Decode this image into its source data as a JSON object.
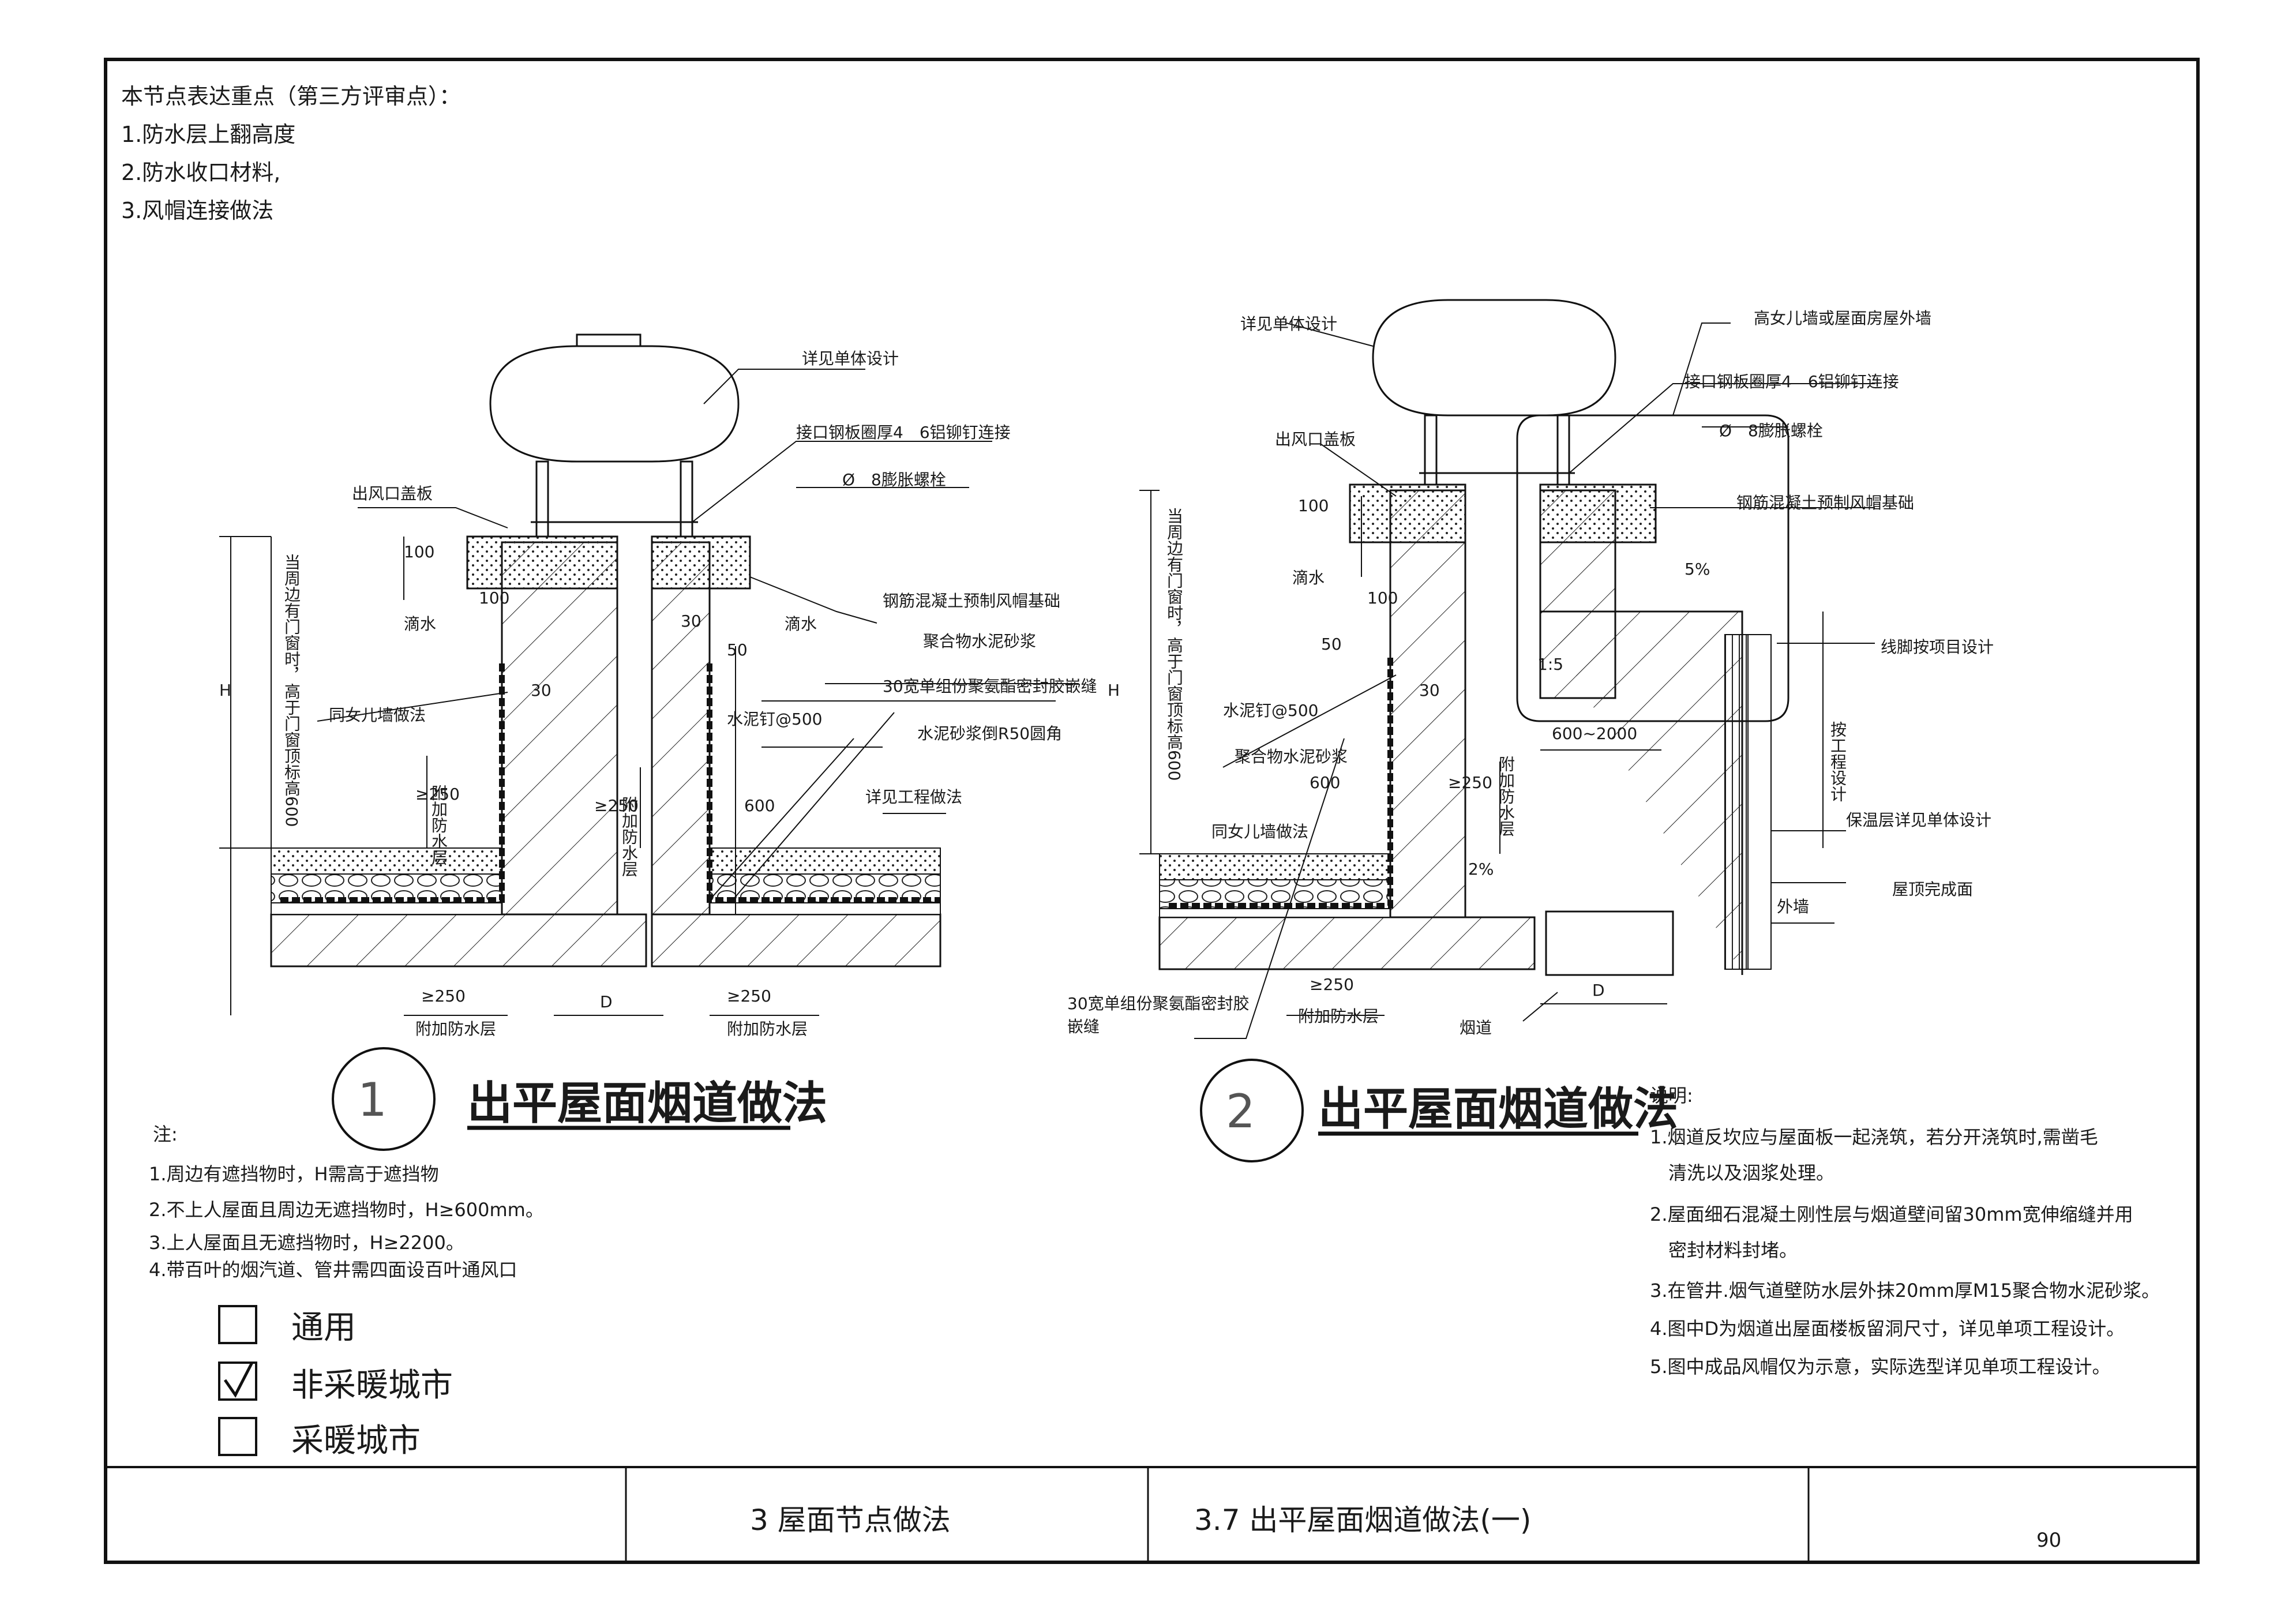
{
  "header": {
    "title": "本节点表达重点（第三方评审点）：",
    "points": [
      "1.防水层上翻高度",
      "2.防水收口材料,",
      "3.风帽连接做法"
    ]
  },
  "detail1": {
    "number": "1",
    "title": "出平屋面烟道做法",
    "labels": {
      "hood": "详见单体设计",
      "joint": "接口钢板圈厚4　6铝铆钉连接",
      "bolt": "Ø　8膨胀螺栓",
      "cover": "出风口盖板",
      "base": "钢筋混凝土预制风帽基础",
      "mortar": "聚合物水泥砂浆",
      "drip_l": "滴水",
      "drip_r": "滴水",
      "parapet": "同女儿墙做法",
      "seal": "30宽单组份聚氨酯密封胶嵌缝",
      "nail": "水泥钉@500",
      "fillet": "水泥砂浆倒R50圆角",
      "project": "详见工程做法",
      "addl_l": "附加防水层",
      "addl_r": "附加防水层",
      "height_note": "当周边有门窗时，高于门窗顶标高600",
      "h": "H",
      "d": "D",
      "dim100": "100",
      "dim100b": "100",
      "dim30": "30",
      "dim30b": "30",
      "dim50": "50",
      "dim600": "600",
      "ge250_v1": "≥250",
      "ge250_v2": "≥250",
      "ge250_h1": "≥250",
      "ge250_h2": "≥250",
      "wp_v1": "附加防水层",
      "wp_v2": "附加防水层"
    }
  },
  "detail2": {
    "number": "2",
    "title": "出平屋面烟道做法",
    "labels": {
      "hood": "详见单体设计",
      "wall": "高女儿墙或屋面房屋外墙",
      "joint": "接口钢板圈厚4　6铝铆钉连接",
      "bolt": "Ø　8膨胀螺栓",
      "base": "钢筋混凝土预制风帽基础",
      "cover": "出风口盖板",
      "drip": "滴水",
      "nail": "水泥钉@500",
      "mortar": "聚合物水泥砂浆",
      "parapet": "同女儿墙做法",
      "skirting": "线脚按项目设计",
      "insul": "保温层详见单体设计",
      "roof": "屋顶完成面",
      "extwall": "外墙",
      "seal": "30宽单组份聚氨酯密封胶嵌缝",
      "flue": "烟道",
      "slope5": "5%",
      "slope2": "2%",
      "ratio": "1:5",
      "span": "600~2000",
      "d": "D",
      "h": "H",
      "height_note": "当周边有门窗时，高于门窗顶标高600",
      "project_v": "按工程设计",
      "dim100": "100",
      "dim100b": "100",
      "dim50": "50",
      "dim30": "30",
      "dim600": "600",
      "ge250_v": "≥250",
      "ge250_h": "≥250",
      "wp_v": "附加防水层",
      "wp_h": "附加防水层"
    }
  },
  "notes": {
    "title": "注:",
    "items": [
      "1.周边有遮挡物时，H需高于遮挡物",
      "2.不上人屋面且周边无遮挡物时，H≥600mm。",
      "3.上人屋面且无遮挡物时，H≥2200。",
      "4.带百叶的烟汽道、管井需四面设百叶通风口"
    ]
  },
  "legend": [
    {
      "label": "通用",
      "checked": false
    },
    {
      "label": "非采暖城市",
      "checked": true
    },
    {
      "label": "采暖城市",
      "checked": false
    }
  ],
  "explanation": {
    "title": "说明:",
    "items": [
      "1.烟道反坎应与屋面板一起浇筑，若分开浇筑时,需凿毛",
      "　清洗以及洇浆处理。",
      "2.屋面细石混凝土刚性层与烟道壁间留30mm宽伸缩缝并用",
      "　密封材料封堵。",
      "3.在管井.烟气道壁防水层外抹20mm厚M15聚合物水泥砂浆。",
      "4.图中D为烟道出屋面楼板留洞尺寸，详见单项工程设计。",
      "5.图中成品风帽仅为示意，实际选型详见单项工程设计。"
    ]
  },
  "title_block": {
    "section": "3  屋面节点做法",
    "subsection": "3.7  出平屋面烟道做法(一)",
    "page": "90"
  }
}
